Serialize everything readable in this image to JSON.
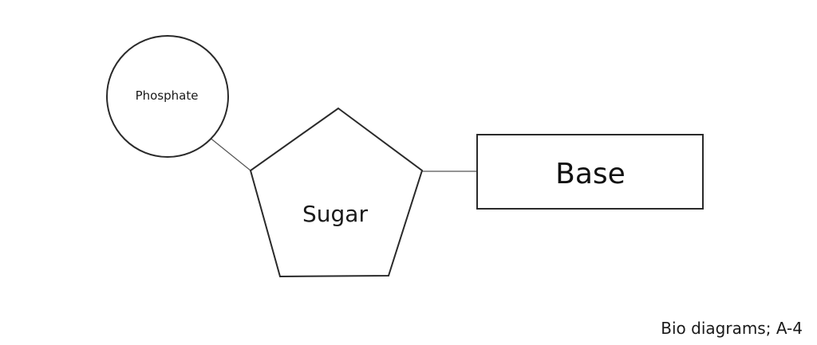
{
  "diagram": {
    "nodes": {
      "phosphate": {
        "label": "Phosphate",
        "shape": "circle"
      },
      "sugar": {
        "label": "Sugar",
        "shape": "pentagon"
      },
      "base": {
        "label": "Base",
        "shape": "rectangle"
      }
    },
    "edges": [
      {
        "from": "phosphate",
        "to": "sugar"
      },
      {
        "from": "sugar",
        "to": "base"
      }
    ]
  },
  "caption": "Bio diagrams; A-4",
  "colors": {
    "stroke": "#2a2a2a",
    "text": "#1a1a1a",
    "background": "#ffffff"
  }
}
